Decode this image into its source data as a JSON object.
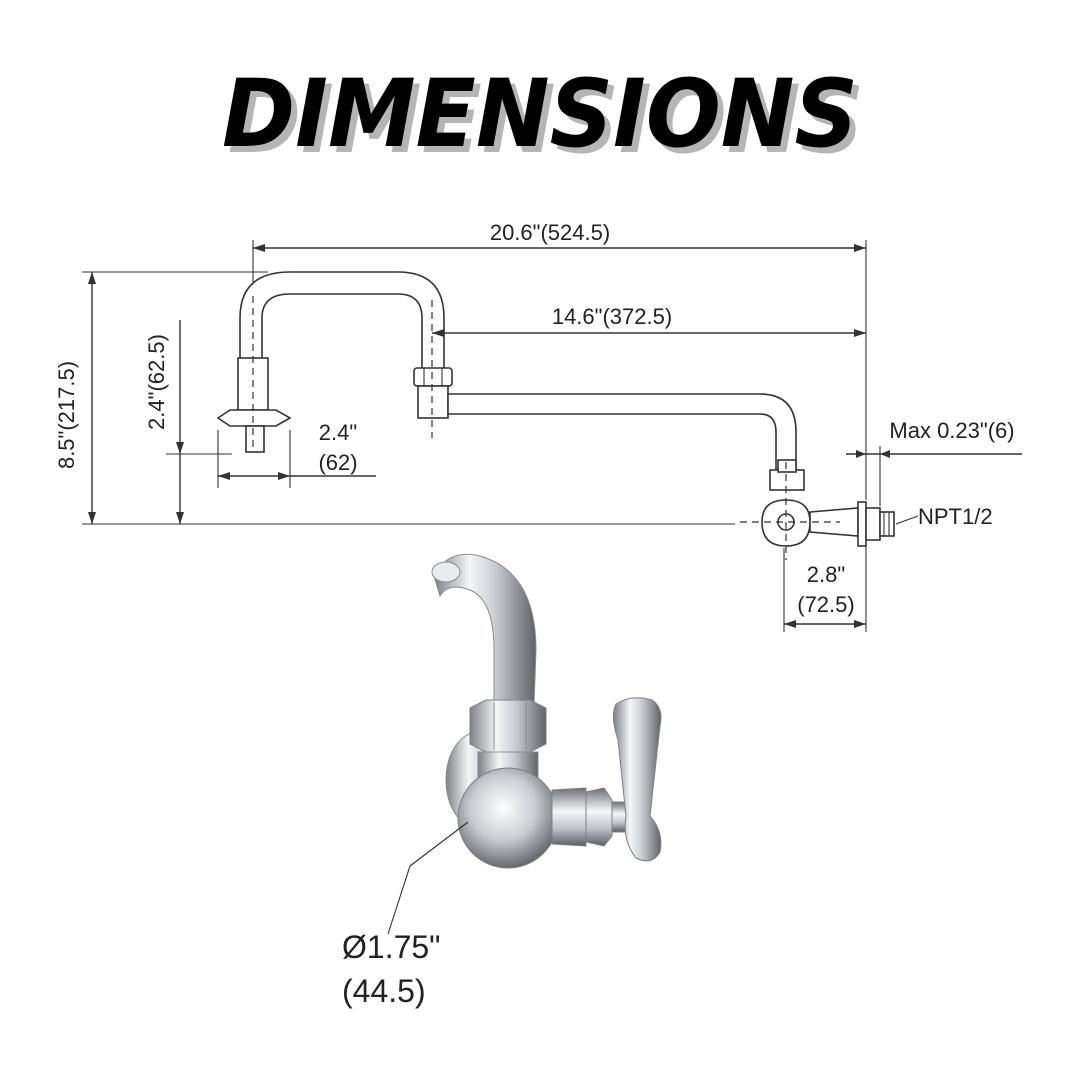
{
  "title": "DIMENSIONS",
  "dimensions": {
    "overall_width": "20.6\"(524.5)",
    "spout_reach": "14.6\"(372.5)",
    "overall_height": "8.5\"(217.5)",
    "swivel_height": "2.4\"(62.5)",
    "base_width_in": "2.4\"",
    "base_width_mm": "(62)",
    "max_thickness": "Max 0.23\"(6)",
    "thread": "NPT1/2",
    "body_depth_in": "2.8\"",
    "body_depth_mm": "(72.5)",
    "body_diameter_in": "Ø1.75\"",
    "body_diameter_mm": "(44.5)"
  },
  "colors": {
    "line": "#333333",
    "title": "#000000",
    "title_shadow": "#b5b5b5",
    "chrome_dark": "#6f7378",
    "chrome_light": "#f2f4f6"
  }
}
